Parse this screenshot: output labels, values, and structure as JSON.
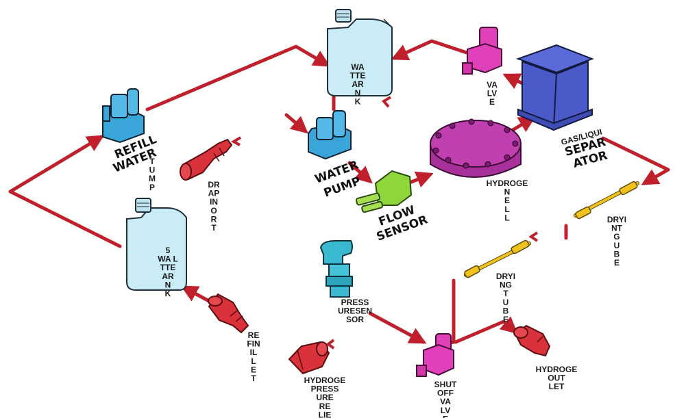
{
  "diagram": {
    "components": {
      "water_tank_top": {
        "label": "WA\nTTE\nAR\nN\nK"
      },
      "water_tank_5l": {
        "label": "5\nWA L\nTTE\nAR\nN\nK"
      },
      "refill_water_pump": {
        "label_line1": "REFILL",
        "label_line2": "WATER",
        "label_cont": "T\nU\nM\nP"
      },
      "drain_port": {
        "label": "DR\nAP\nIN\nO\nR\nT"
      },
      "water_pump": {
        "label_line1": "WATER",
        "label_line2": "PUMP"
      },
      "flow_sensor": {
        "label_line1": "FLOW",
        "label_line2": "SENSOR"
      },
      "valve": {
        "label": "VA\nLV\nE"
      },
      "gas_liquid_separator": {
        "label_line1": "GAS/LIQUI",
        "label_line2": "SEPAR",
        "label_line3": "ATOR"
      },
      "hydrogen_cell": {
        "label": "HYDROGE\nN\nE\nL\nL"
      },
      "drying_tube_right": {
        "label": "DRYI\nNT\nG\nU\nB\nE"
      },
      "drying_tube_mid": {
        "label": "DRYI\nNG\nT\nU\nB\nE"
      },
      "pressure_sensor": {
        "label": "PRESS\nURESEN\nSOR"
      },
      "refill_inlet": {
        "label": "RE\nFIN\nIL\nL\nE\nT"
      },
      "hydrogen_pressure_relief": {
        "label": "HYDROGE\nPRESS\nURE\nRE\nLIE\nF"
      },
      "shut_off_valve": {
        "label": "SHUT\nOFF\nVA\nLV\nE"
      },
      "hydrogen_outlet": {
        "label": "HYDROGE\nOUT\nLET"
      }
    },
    "colors": {
      "pipe": "#c0202c",
      "tank": "#c9ecf6",
      "pump": "#3aa5d8",
      "red_part": "#d9323a",
      "green_part": "#8ed63a",
      "magenta_part": "#e040b8",
      "cell": "#c040b0",
      "separator": "#4a5ac8",
      "tube": "#f2c21c"
    }
  }
}
